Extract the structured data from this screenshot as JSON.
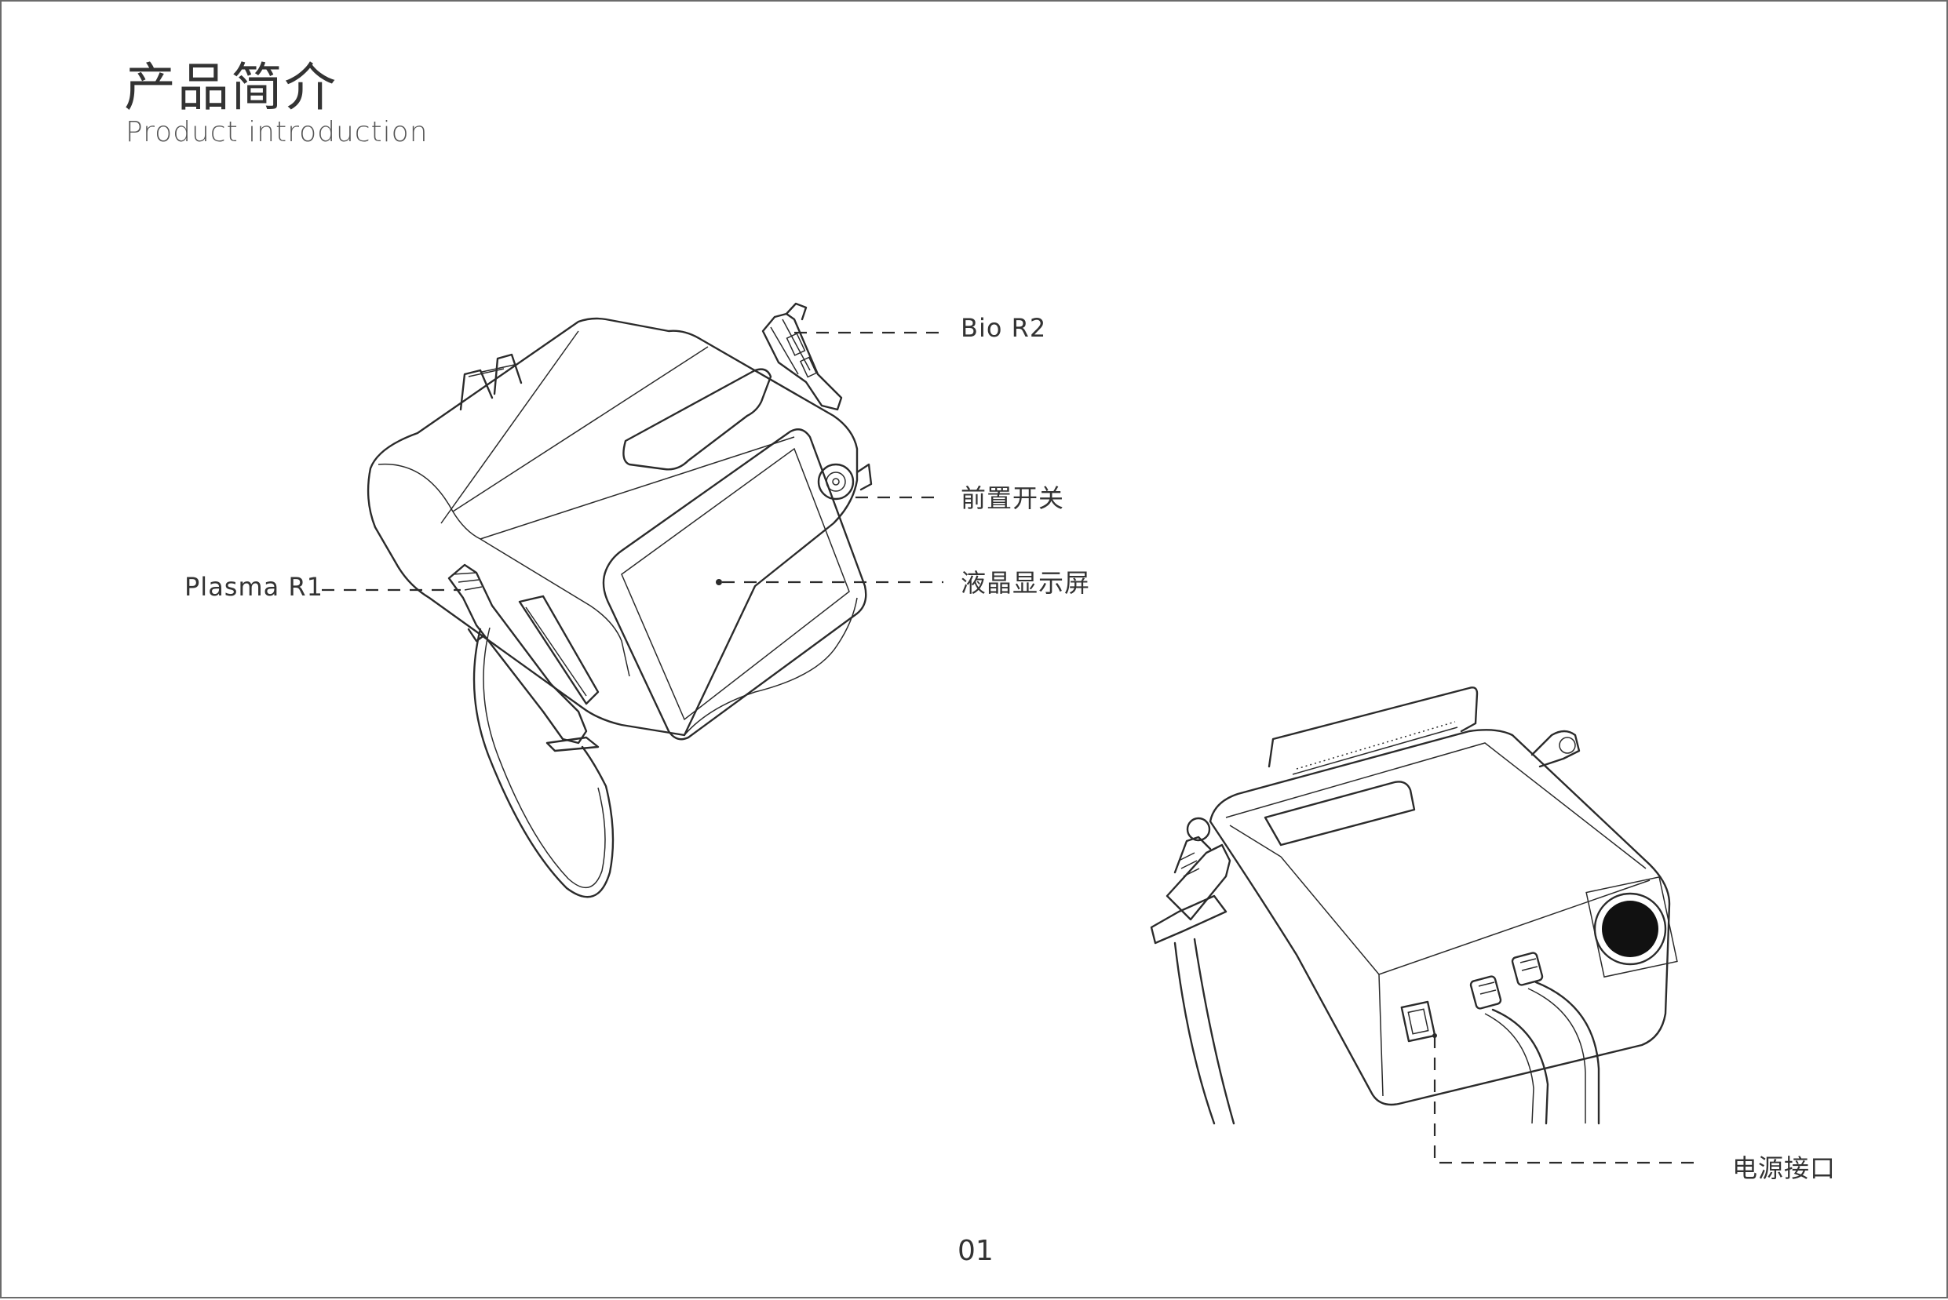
{
  "header": {
    "title_zh": "产品简介",
    "title_en": "Product introduction"
  },
  "callouts": {
    "bio": "Bio R2",
    "switch": "前置开关",
    "lcd": "液晶显示屏",
    "plasma": "Plasma R1",
    "power": "电源接口"
  },
  "footer": {
    "page_number": "01"
  }
}
